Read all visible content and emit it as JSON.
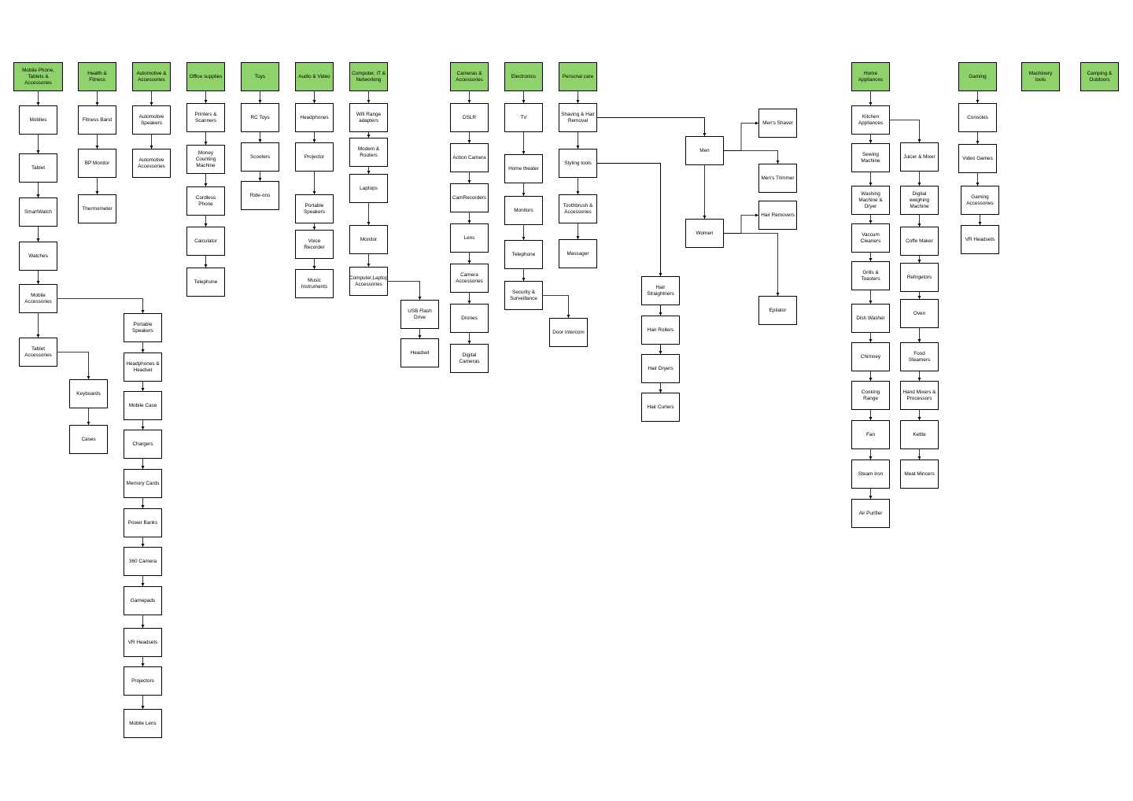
{
  "diagram": {
    "nodes": [
      {
        "id": "mob",
        "label": "Mobile Phone, Tablets & Accessories",
        "kind": "category"
      },
      {
        "id": "mobiles",
        "label": "Mobiles"
      },
      {
        "id": "tablet",
        "label": "Tablet"
      },
      {
        "id": "smartwatch",
        "label": "SmartWatch"
      },
      {
        "id": "watches",
        "label": "Watches"
      },
      {
        "id": "mobacc",
        "label": "Mobile Accessories"
      },
      {
        "id": "tabacc",
        "label": "Tablet Accessories"
      },
      {
        "id": "keyboards",
        "label": "Keyboards"
      },
      {
        "id": "cases",
        "label": "Cases"
      },
      {
        "id": "portspk1",
        "label": "Portable Speakers"
      },
      {
        "id": "headph1",
        "label": "Headphones & Headset"
      },
      {
        "id": "mobcase",
        "label": "Mobile Case"
      },
      {
        "id": "chargers",
        "label": "Chargers"
      },
      {
        "id": "memcards",
        "label": "Memory Cards"
      },
      {
        "id": "powerbanks",
        "label": "Power Banks"
      },
      {
        "id": "cam360",
        "label": "360 Camera"
      },
      {
        "id": "gamepads",
        "label": "Gamepads"
      },
      {
        "id": "vrh1",
        "label": "VR Headsets"
      },
      {
        "id": "projectors",
        "label": "Projectors"
      },
      {
        "id": "moblens",
        "label": "Mobile Lens"
      },
      {
        "id": "health",
        "label": "Health & Fitness",
        "kind": "category"
      },
      {
        "id": "fitband",
        "label": "Fitness Band"
      },
      {
        "id": "bpmon",
        "label": "BP Monitor"
      },
      {
        "id": "thermo",
        "label": "Thermometer"
      },
      {
        "id": "auto",
        "label": "Automotive & Accessories",
        "kind": "category"
      },
      {
        "id": "autospk",
        "label": "Automotive Speakers"
      },
      {
        "id": "autoacc",
        "label": "Automotive Accessories"
      },
      {
        "id": "office",
        "label": "Office supplies",
        "kind": "category"
      },
      {
        "id": "printers",
        "label": "Printers & Scanners"
      },
      {
        "id": "moneycount",
        "label": "Money Counting Machine"
      },
      {
        "id": "cordless",
        "label": "Cordless Phone"
      },
      {
        "id": "calc",
        "label": "Calculator"
      },
      {
        "id": "tel1",
        "label": "Telephone"
      },
      {
        "id": "toys",
        "label": "Toys",
        "kind": "category"
      },
      {
        "id": "rctoys",
        "label": "RC Toys"
      },
      {
        "id": "scooters",
        "label": "Scooters"
      },
      {
        "id": "rideons",
        "label": "Ride-ons"
      },
      {
        "id": "audio",
        "label": "Audio & Video",
        "kind": "category"
      },
      {
        "id": "headph2",
        "label": "Headphones"
      },
      {
        "id": "projector",
        "label": "Projector"
      },
      {
        "id": "portspk2",
        "label": "Portable Speakers"
      },
      {
        "id": "voicerec",
        "label": "Voice Recorder"
      },
      {
        "id": "musicins",
        "label": "Music Instruments"
      },
      {
        "id": "comp",
        "label": "Computer, IT & Networking",
        "kind": "category"
      },
      {
        "id": "wifi",
        "label": "Wifi Range adapters"
      },
      {
        "id": "modem",
        "label": "Modem & Routers"
      },
      {
        "id": "laptops",
        "label": "Laptops"
      },
      {
        "id": "monitor1",
        "label": "Monitor"
      },
      {
        "id": "compacc",
        "label": "Computer,Laptop Accessories"
      },
      {
        "id": "usb",
        "label": "USB Flash Drive"
      },
      {
        "id": "headset",
        "label": "Headset"
      },
      {
        "id": "cams",
        "label": "Cameras & Accessories",
        "kind": "category"
      },
      {
        "id": "dslr",
        "label": "DSLR"
      },
      {
        "id": "actioncam",
        "label": "Action Camera"
      },
      {
        "id": "camrec",
        "label": "CamRecorders"
      },
      {
        "id": "lens",
        "label": "Lens"
      },
      {
        "id": "camacc",
        "label": "Camera Accessories"
      },
      {
        "id": "drones",
        "label": "Drones"
      },
      {
        "id": "digicam",
        "label": "Digital Cameras"
      },
      {
        "id": "elec",
        "label": "Electronics",
        "kind": "category"
      },
      {
        "id": "tv",
        "label": "TV"
      },
      {
        "id": "hometh",
        "label": "Home theater"
      },
      {
        "id": "monitors",
        "label": "Monitors"
      },
      {
        "id": "tel2",
        "label": "Telephone"
      },
      {
        "id": "security",
        "label": "Security & Surveillance"
      },
      {
        "id": "doorint",
        "label": "Door Intercom"
      },
      {
        "id": "personal",
        "label": "Personal care",
        "kind": "category"
      },
      {
        "id": "shaving",
        "label": "Shaving & Hair Removal"
      },
      {
        "id": "styling",
        "label": "Styling tools"
      },
      {
        "id": "toothbrush",
        "label": "Toothbrush & Accessories"
      },
      {
        "id": "massager",
        "label": "Massager"
      },
      {
        "id": "men",
        "label": "Men"
      },
      {
        "id": "women",
        "label": "Women"
      },
      {
        "id": "menshaver",
        "label": "Men's Shaver"
      },
      {
        "id": "mentrimmer",
        "label": "Men's Trimmer"
      },
      {
        "id": "hairremovers",
        "label": "Hair Removers"
      },
      {
        "id": "epilator",
        "label": "Epilator"
      },
      {
        "id": "hairstr",
        "label": "Hair Straightners"
      },
      {
        "id": "hairrol",
        "label": "Hair Rollers"
      },
      {
        "id": "hairdry",
        "label": "Hair Dryers"
      },
      {
        "id": "haircurl",
        "label": "Hair Curlers"
      },
      {
        "id": "home",
        "label": "Home Appliances",
        "kind": "category"
      },
      {
        "id": "kitchen",
        "label": "Kitchen Appliances"
      },
      {
        "id": "sewing",
        "label": "Sewing Machine"
      },
      {
        "id": "washing",
        "label": "Washing Machine & Dryer"
      },
      {
        "id": "vaccum",
        "label": "Vaccum Cleaners"
      },
      {
        "id": "grills",
        "label": "Grills & Toasters"
      },
      {
        "id": "dishwasher",
        "label": "Dish Washer"
      },
      {
        "id": "chimney",
        "label": "Chimney"
      },
      {
        "id": "cookrange",
        "label": "Cooking Range"
      },
      {
        "id": "fan",
        "label": "Fan"
      },
      {
        "id": "steamiron",
        "label": "Steam Iron"
      },
      {
        "id": "airpur",
        "label": "Air Purifier"
      },
      {
        "id": "juicer",
        "label": "Juicer & Mixer"
      },
      {
        "id": "digiweigh",
        "label": "Digital weighing Machine"
      },
      {
        "id": "coffe",
        "label": "Coffe Maker"
      },
      {
        "id": "refrig",
        "label": "Refrigetors"
      },
      {
        "id": "oven",
        "label": "Oven"
      },
      {
        "id": "foodsteam",
        "label": "Food Steamers"
      },
      {
        "id": "handmix",
        "label": "Hand Mixers & Processors"
      },
      {
        "id": "kettle",
        "label": "Kettle"
      },
      {
        "id": "meatmin",
        "label": "Meat Mincers"
      },
      {
        "id": "gaming",
        "label": "Gaming",
        "kind": "category"
      },
      {
        "id": "consoles",
        "label": "Consoles"
      },
      {
        "id": "videogames",
        "label": "Video Games"
      },
      {
        "id": "gamingacc",
        "label": "Gaming Accessories"
      },
      {
        "id": "vrh2",
        "label": "VR Headsets"
      },
      {
        "id": "machinery",
        "label": "Machinery tools",
        "kind": "category"
      },
      {
        "id": "camping",
        "label": "Camping & Outdoors",
        "kind": "category"
      }
    ],
    "edges": [
      [
        "mob",
        "mobiles"
      ],
      [
        "mobiles",
        "tablet"
      ],
      [
        "tablet",
        "smartwatch"
      ],
      [
        "smartwatch",
        "watches"
      ],
      [
        "watches",
        "mobacc"
      ],
      [
        "mobacc",
        "tabacc"
      ],
      [
        "tabacc",
        "keyboards"
      ],
      [
        "keyboards",
        "cases"
      ],
      [
        "mobacc",
        "portspk1"
      ],
      [
        "portspk1",
        "headph1"
      ],
      [
        "headph1",
        "mobcase"
      ],
      [
        "mobcase",
        "chargers"
      ],
      [
        "chargers",
        "memcards"
      ],
      [
        "memcards",
        "powerbanks"
      ],
      [
        "powerbanks",
        "cam360"
      ],
      [
        "cam360",
        "gamepads"
      ],
      [
        "gamepads",
        "vrh1"
      ],
      [
        "vrh1",
        "projectors"
      ],
      [
        "projectors",
        "moblens"
      ],
      [
        "health",
        "fitband"
      ],
      [
        "fitband",
        "bpmon"
      ],
      [
        "bpmon",
        "thermo"
      ],
      [
        "auto",
        "autospk"
      ],
      [
        "autospk",
        "autoacc"
      ],
      [
        "office",
        "printers"
      ],
      [
        "printers",
        "moneycount"
      ],
      [
        "moneycount",
        "cordless"
      ],
      [
        "cordless",
        "calc"
      ],
      [
        "calc",
        "tel1"
      ],
      [
        "toys",
        "rctoys"
      ],
      [
        "rctoys",
        "scooters"
      ],
      [
        "scooters",
        "rideons"
      ],
      [
        "audio",
        "headph2"
      ],
      [
        "headph2",
        "projector"
      ],
      [
        "projector",
        "portspk2"
      ],
      [
        "portspk2",
        "voicerec"
      ],
      [
        "voicerec",
        "musicins"
      ],
      [
        "comp",
        "wifi"
      ],
      [
        "wifi",
        "modem"
      ],
      [
        "modem",
        "laptops"
      ],
      [
        "laptops",
        "monitor1"
      ],
      [
        "monitor1",
        "compacc"
      ],
      [
        "compacc",
        "usb"
      ],
      [
        "usb",
        "headset"
      ],
      [
        "cams",
        "dslr"
      ],
      [
        "dslr",
        "actioncam"
      ],
      [
        "actioncam",
        "camrec"
      ],
      [
        "camrec",
        "lens"
      ],
      [
        "lens",
        "camacc"
      ],
      [
        "camacc",
        "drones"
      ],
      [
        "drones",
        "digicam"
      ],
      [
        "elec",
        "tv"
      ],
      [
        "tv",
        "hometh"
      ],
      [
        "hometh",
        "monitors"
      ],
      [
        "monitors",
        "tel2"
      ],
      [
        "tel2",
        "security"
      ],
      [
        "security",
        "doorint"
      ],
      [
        "personal",
        "shaving"
      ],
      [
        "shaving",
        "styling"
      ],
      [
        "styling",
        "toothbrush"
      ],
      [
        "toothbrush",
        "massager"
      ],
      [
        "shaving",
        "men"
      ],
      [
        "shaving",
        "women"
      ],
      [
        "men",
        "menshaver"
      ],
      [
        "men",
        "mentrimmer"
      ],
      [
        "women",
        "hairremovers"
      ],
      [
        "women",
        "epilator"
      ],
      [
        "styling",
        "hairstr"
      ],
      [
        "styling",
        "hairrol"
      ],
      [
        "styling",
        "hairdry"
      ],
      [
        "styling",
        "haircurl"
      ],
      [
        "home",
        "kitchen"
      ],
      [
        "kitchen",
        "sewing"
      ],
      [
        "sewing",
        "washing"
      ],
      [
        "washing",
        "vaccum"
      ],
      [
        "vaccum",
        "grills"
      ],
      [
        "grills",
        "dishwasher"
      ],
      [
        "dishwasher",
        "chimney"
      ],
      [
        "chimney",
        "cookrange"
      ],
      [
        "cookrange",
        "fan"
      ],
      [
        "fan",
        "steamiron"
      ],
      [
        "steamiron",
        "airpur"
      ],
      [
        "kitchen",
        "juicer"
      ],
      [
        "juicer",
        "digiweigh"
      ],
      [
        "digiweigh",
        "coffe"
      ],
      [
        "coffe",
        "refrig"
      ],
      [
        "refrig",
        "oven"
      ],
      [
        "oven",
        "foodsteam"
      ],
      [
        "foodsteam",
        "handmix"
      ],
      [
        "handmix",
        "kettle"
      ],
      [
        "kettle",
        "meatmin"
      ],
      [
        "gaming",
        "consoles"
      ],
      [
        "consoles",
        "videogames"
      ],
      [
        "videogames",
        "gamingacc"
      ],
      [
        "gamingacc",
        "vrh2"
      ]
    ]
  }
}
